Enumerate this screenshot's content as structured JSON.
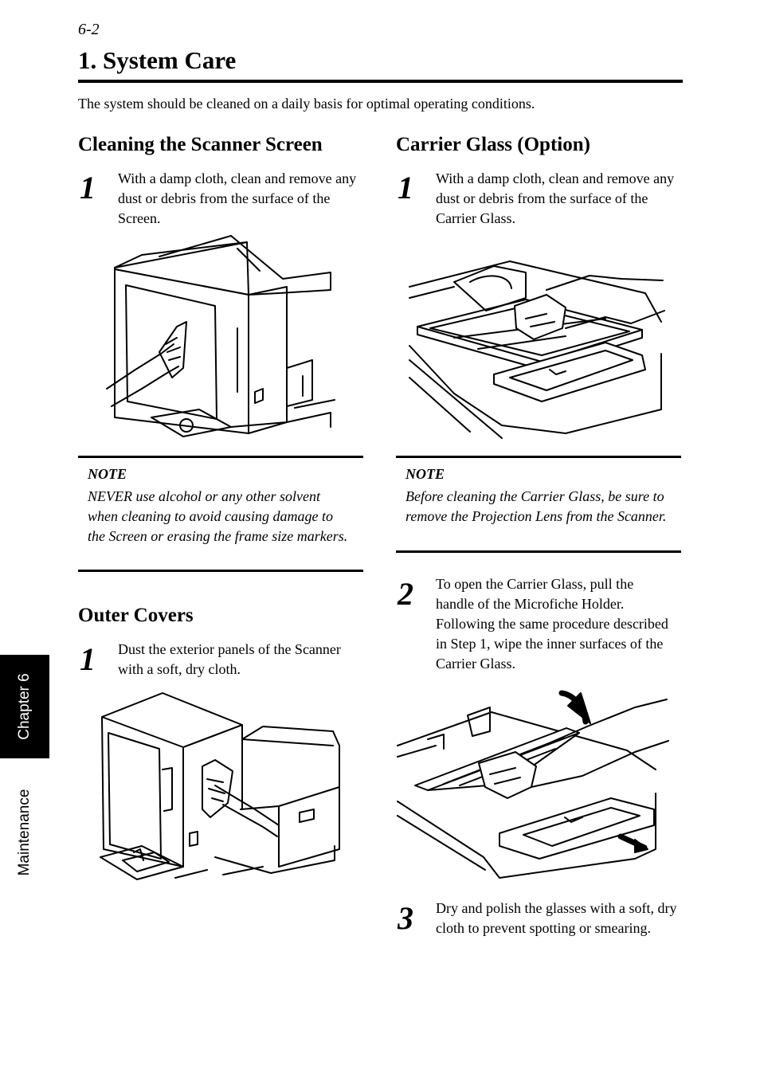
{
  "header": {
    "page_number": "6-2",
    "title": "1. System Care",
    "intro": "The system should be cleaned on a daily basis for optimal operating conditions."
  },
  "left_column": {
    "screen_section": {
      "heading": "Cleaning the Scanner Screen",
      "step1": {
        "num": "1",
        "text": "With a damp cloth, clean and remove any dust or debris from the surface of the Screen."
      },
      "note": {
        "label": "NOTE",
        "text": "NEVER use alcohol or any other solvent when cleaning to avoid causing damage to the Screen or erasing the frame size markers."
      }
    },
    "covers_section": {
      "heading": "Outer Covers",
      "step1": {
        "num": "1",
        "text": "Dust the exterior panels of the Scanner with a soft, dry cloth."
      }
    }
  },
  "right_column": {
    "glass_section": {
      "heading": "Carrier Glass (Option)",
      "step1": {
        "num": "1",
        "text": "With a damp cloth, clean and remove any dust or debris from the surface of the Carrier Glass."
      },
      "note": {
        "label": "NOTE",
        "text": "Before cleaning the Carrier Glass, be sure to remove the Projection Lens from the Scanner."
      },
      "step2": {
        "num": "2",
        "text": "To open the Carrier Glass, pull the handle of the Microfiche Holder. Following the same procedure described in Step 1, wipe the inner surfaces of the Carrier Glass."
      },
      "step3": {
        "num": "3",
        "text": "Dry and polish the glasses with a soft, dry cloth to prevent spotting or smearing."
      }
    }
  },
  "side_tab": {
    "chapter": "Chapter 6",
    "section": "Maintenance"
  }
}
